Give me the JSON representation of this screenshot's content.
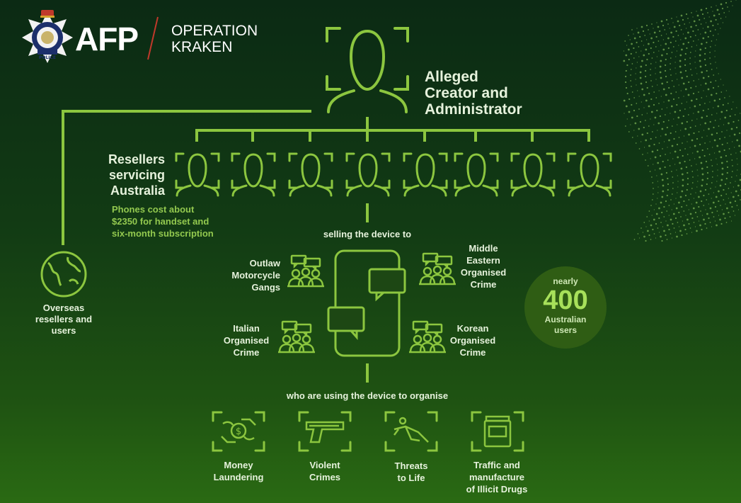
{
  "header": {
    "brand": "AFP",
    "operation_line1": "OPERATION",
    "operation_line2": "KRAKEN",
    "badge_text": "AUSTRALIAN FEDERAL",
    "badge_police": "POLICE"
  },
  "top": {
    "title_line1": "Alleged",
    "title_line2": "Creator and",
    "title_line3": "Administrator"
  },
  "resellers": {
    "title_line1": "Resellers",
    "title_line2": "servicing",
    "title_line3": "Australia",
    "cost_line1": "Phones cost about",
    "cost_line2": "$2350 for handset and",
    "cost_line3": "six-month subscription"
  },
  "overseas": {
    "line1": "Overseas",
    "line2": "resellers and",
    "line3": "users"
  },
  "flow": {
    "selling_to": "selling the device to",
    "using_to": "who are using the device to organise"
  },
  "groups": {
    "outlaw": [
      "Outlaw",
      "Motorcycle",
      "Gangs"
    ],
    "middle_east": [
      "Middle",
      "Eastern",
      "Organised",
      "Crime"
    ],
    "italian": [
      "Italian",
      "Organised",
      "Crime"
    ],
    "korean": [
      "Korean",
      "Organised",
      "Crime"
    ]
  },
  "stats": {
    "prefix": "nearly",
    "number": "400",
    "line1": "Australian",
    "line2": "users"
  },
  "crimes": {
    "money": [
      "Money",
      "Laundering"
    ],
    "violent": [
      "Violent",
      "Crimes"
    ],
    "threats": [
      "Threats",
      "to Life"
    ],
    "drugs": [
      "Traffic and",
      "manufacture",
      "of Illicit Drugs"
    ]
  },
  "colors": {
    "accent": "#8cc63f",
    "text_light": "#e6f2dc",
    "divider_red": "#c0392b"
  }
}
